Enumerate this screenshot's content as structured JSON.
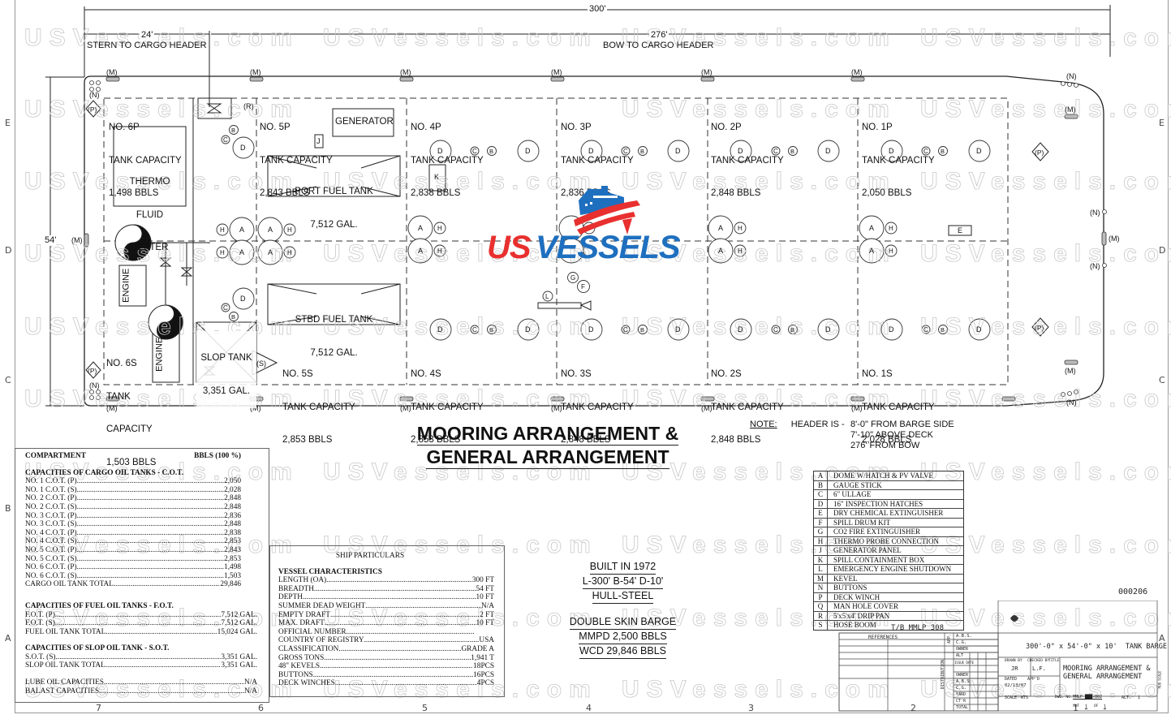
{
  "dimensions": {
    "overall_length": "300'",
    "stern_to_header": "24'",
    "stern_to_header_label": "STERN TO CARGO HEADER",
    "bow_to_header": "276'",
    "bow_to_header_label": "BOW TO CARGO HEADER",
    "breadth": "54'"
  },
  "symbols": {
    "M": "(M)",
    "N": "(N)",
    "P": "(P)",
    "R": "(R)",
    "S": "(S)",
    "A": "A",
    "B": "B",
    "C": "C",
    "D": "D",
    "E": "E",
    "F": "F",
    "G": "G",
    "H": "H",
    "J": "J",
    "K": "K",
    "L": "L"
  },
  "tanks": {
    "p6": {
      "name": "NO. 6P",
      "cap": "TANK CAPACITY",
      "bbls": "1,498 BBLS"
    },
    "p5": {
      "name": "NO. 5P",
      "cap": "TANK CAPACITY",
      "bbls": "2,843 BBLS"
    },
    "p4": {
      "name": "NO. 4P",
      "cap": "TANK CAPACITY",
      "bbls": "2,838 BBLS"
    },
    "p3": {
      "name": "NO. 3P",
      "cap": "TANK CAPACITY",
      "bbls": "2,836 BBLS"
    },
    "p2": {
      "name": "NO. 2P",
      "cap": "TANK CAPACITY",
      "bbls": "2,848 BBLS"
    },
    "p1": {
      "name": "NO. 1P",
      "cap": "TANK CAPACITY",
      "bbls": "2,050 BBLS"
    },
    "s6": {
      "name": "NO. 6S",
      "cap1": "TANK",
      "cap2": "CAPACITY",
      "bbls": "1,503 BBLS"
    },
    "s5": {
      "name": "NO. 5S",
      "cap": "TANK CAPACITY",
      "bbls": "2,853 BBLS"
    },
    "s4": {
      "name": "NO. 4S",
      "cap": "TANK CAPACITY",
      "bbls": "2,853 BBLS"
    },
    "s3": {
      "name": "NO. 3S",
      "cap": "TANK CAPACITY",
      "bbls": "2,848 BBLS"
    },
    "s2": {
      "name": "NO. 2S",
      "cap": "TANK CAPACITY",
      "bbls": "2,848 BBLS"
    },
    "s1": {
      "name": "NO. 1S",
      "cap": "TANK CAPACITY",
      "bbls": "2,028 BBLS"
    }
  },
  "equipment": {
    "thermo": [
      "THERMO",
      "FLUID",
      "HEATER"
    ],
    "generator": "GENERATOR",
    "port_fuel": [
      "PORT FUEL TANK",
      "7,512 GAL."
    ],
    "stbd_fuel": [
      "STBD FUEL TANK",
      "7,512 GAL."
    ],
    "slop": [
      "SLOP TANK",
      "3,351 GAL."
    ],
    "engine": "ENGINE"
  },
  "logo": {
    "us": "US",
    "vessels": "VESSELS",
    "blue": "#1f6fbf",
    "red": "#e8302f"
  },
  "watermark": "USVessels.com",
  "title": {
    "line1": "MOORING ARRANGEMENT &",
    "line2": "GENERAL ARRANGEMENT"
  },
  "note": {
    "label": "NOTE:",
    "prefix": "HEADER IS -",
    "lines": [
      "8'-0\" FROM BARGE SIDE",
      "7'-10\" ABOVE DECK",
      "276' FROM BOW"
    ]
  },
  "compartments": {
    "header": "COMPARTMENT",
    "header_unit": "BBLS (100 %)",
    "cot_title": "CAPACITIES OF CARGO OIL TANKS - C.O.T.",
    "cot": [
      {
        "k": "NO. 1 C.O.T. (P)",
        "v": "2,050"
      },
      {
        "k": "NO. 1 C.O.T. (S)",
        "v": "2,028"
      },
      {
        "k": "NO. 2 C.O.T. (P)",
        "v": "2,848"
      },
      {
        "k": "NO. 2 C.O.T. (S)",
        "v": "2,848"
      },
      {
        "k": "NO. 3 C.O.T. (P)",
        "v": "2,836"
      },
      {
        "k": "NO. 3 C.O.T. (S)",
        "v": "2,848"
      },
      {
        "k": "NO. 4 C.O.T. (P)",
        "v": "2,838"
      },
      {
        "k": "NO. 4 C.O.T. (S)",
        "v": "2,853"
      },
      {
        "k": "NO. 5 C.O.T. (P)",
        "v": "2,843"
      },
      {
        "k": "NO. 5 C.O.T. (S)",
        "v": "2,853"
      },
      {
        "k": "NO. 6 C.O.T. (P)",
        "v": "1,498"
      },
      {
        "k": "NO. 6 C.O.T. (S)",
        "v": "1,503"
      },
      {
        "k": "CARGO OIL TANK TOTAL",
        "v": "29,846"
      }
    ],
    "fot_title": "CAPACITIES OF FUEL OIL TANKS - F.O.T.",
    "fot": [
      {
        "k": "F.O.T. (P)",
        "v": "7,512 GAL."
      },
      {
        "k": "F.O.T. (S)",
        "v": "7,512 GAL."
      },
      {
        "k": "FUEL OIL TANK TOTAL",
        "v": "15,024 GAL."
      }
    ],
    "sot_title": "CAPACITIES OF SLOP OIL TANK - S.O.T.",
    "sot": [
      {
        "k": "S.O.T. (S)",
        "v": "3,351 GAL."
      },
      {
        "k": "SLOP OIL TANK TOTAL",
        "v": "3,351 GAL."
      }
    ],
    "other": [
      {
        "k": "LUBE OIL CAPACITIES",
        "v": "N/A"
      },
      {
        "k": "BALAST CAPACITIES",
        "v": "N/A"
      }
    ]
  },
  "ship_particulars": {
    "title": "SHIP PARTICULARS",
    "section": "VESSEL CHARACTERISTICS",
    "rows": [
      {
        "k": "LENGTH (OA)",
        "v": "300 FT"
      },
      {
        "k": "BREADTH",
        "v": "54 FT"
      },
      {
        "k": "DEPTH",
        "v": "10 FT"
      },
      {
        "k": "SUMMER DEAD WEIGHT",
        "v": "N/A"
      },
      {
        "k": "EMPTY DRAFT",
        "v": "2 FT"
      },
      {
        "k": "MAX. DRAFT",
        "v": "10 FT"
      },
      {
        "k": "OFFICIAL NUMBER",
        "v": ""
      },
      {
        "k": "COUNTRY OF REGISTRY",
        "v": "USA"
      },
      {
        "k": "CLASSIFICATION",
        "v": "GRADE A"
      },
      {
        "k": "GROSS TONS",
        "v": "1,941 T"
      },
      {
        "k": "48\" KEVELS",
        "v": "18PCS"
      },
      {
        "k": "BUTTONS",
        "v": "16PCS"
      },
      {
        "k": "DECK WINCHES",
        "v": "4PCS"
      }
    ]
  },
  "built": {
    "lines1": [
      "BUILT IN 1972",
      "L-300' B-54' D-10'",
      "HULL-STEEL"
    ],
    "lines2": [
      "DOUBLE SKIN  BARGE",
      "MMPD 2,500 BBLS",
      "WCD 29,846 BBLS"
    ]
  },
  "legend": [
    {
      "k": "A",
      "v": "DOME W/HATCH & PV VALVE"
    },
    {
      "k": "B",
      "v": "GAUGE STICK"
    },
    {
      "k": "C",
      "v": "6\" ULLAGE"
    },
    {
      "k": "D",
      "v": "16\" INSPECTION HATCHES"
    },
    {
      "k": "E",
      "v": "DRY CHEMICAL EXTINGUISHER"
    },
    {
      "k": "F",
      "v": "SPILL DRUM KIT"
    },
    {
      "k": "G",
      "v": "CO2 FIRE EXTINGUISHER"
    },
    {
      "k": "H",
      "v": "THERMO PROBE CONNECTION"
    },
    {
      "k": "J",
      "v": "GENERATOR PANEL"
    },
    {
      "k": "K",
      "v": "SPILL  CONTAINMENT BOX"
    },
    {
      "k": "L",
      "v": "EMERGENCY ENGINE SHUTDOWN"
    },
    {
      "k": "M",
      "v": "KEVEL"
    },
    {
      "k": "N",
      "v": "BUTTONS"
    },
    {
      "k": "P",
      "v": "DECK WINCH"
    },
    {
      "k": "Q",
      "v": "MAN HOLE COVER"
    },
    {
      "k": "R",
      "v": "5'x5'x4' DRIP PAN"
    },
    {
      "k": "S",
      "v": "HOSE BOOM"
    }
  ],
  "title_block": {
    "drawing_ref": "000206",
    "tb_label": "T/B MMLP 308",
    "references": "REFERENCES",
    "app_rows": [
      "A.B.S.",
      "C.G.",
      "OWNER"
    ],
    "dist_rows": [
      "ALT",
      "ISSUE DATE",
      "OWNER",
      "A.B.S.",
      "C.G.",
      "YARD",
      "CT'R",
      "TOTAL"
    ],
    "app_label": "APP.",
    "dist_label": "DISTRIBUTION",
    "vessel_desc": "300'-0\" x 54'-0\" x 10'  TANK BARGE",
    "drawn_by_label": "DRAWN BY",
    "drawn_by": "JR",
    "checked_by_label": "CHECKED BY",
    "checked_by": "L.F.",
    "title_label": "TITLE",
    "title1": "MOORING ARRANGEMENT &",
    "title2": "GENERAL ARRANGEMENT",
    "dated_label": "DATED",
    "dated": "02/13/07",
    "appd_label": "APP'D",
    "scale_label": "SCALE",
    "scale": "NTS",
    "dwg_label": "DWG. NO.",
    "dwg_no": "MMLP ███-002",
    "alt_label": "ALT.",
    "alt": "1",
    "sheet_label": "SHT",
    "sheet": "1",
    "of_label": "OF",
    "of": "1",
    "side_label": "RUB SCALE"
  },
  "zones": {
    "rows": [
      "E",
      "D",
      "C",
      "B",
      "A"
    ],
    "cols": [
      "7",
      "6",
      "5",
      "4",
      "3",
      "2",
      "1"
    ]
  }
}
